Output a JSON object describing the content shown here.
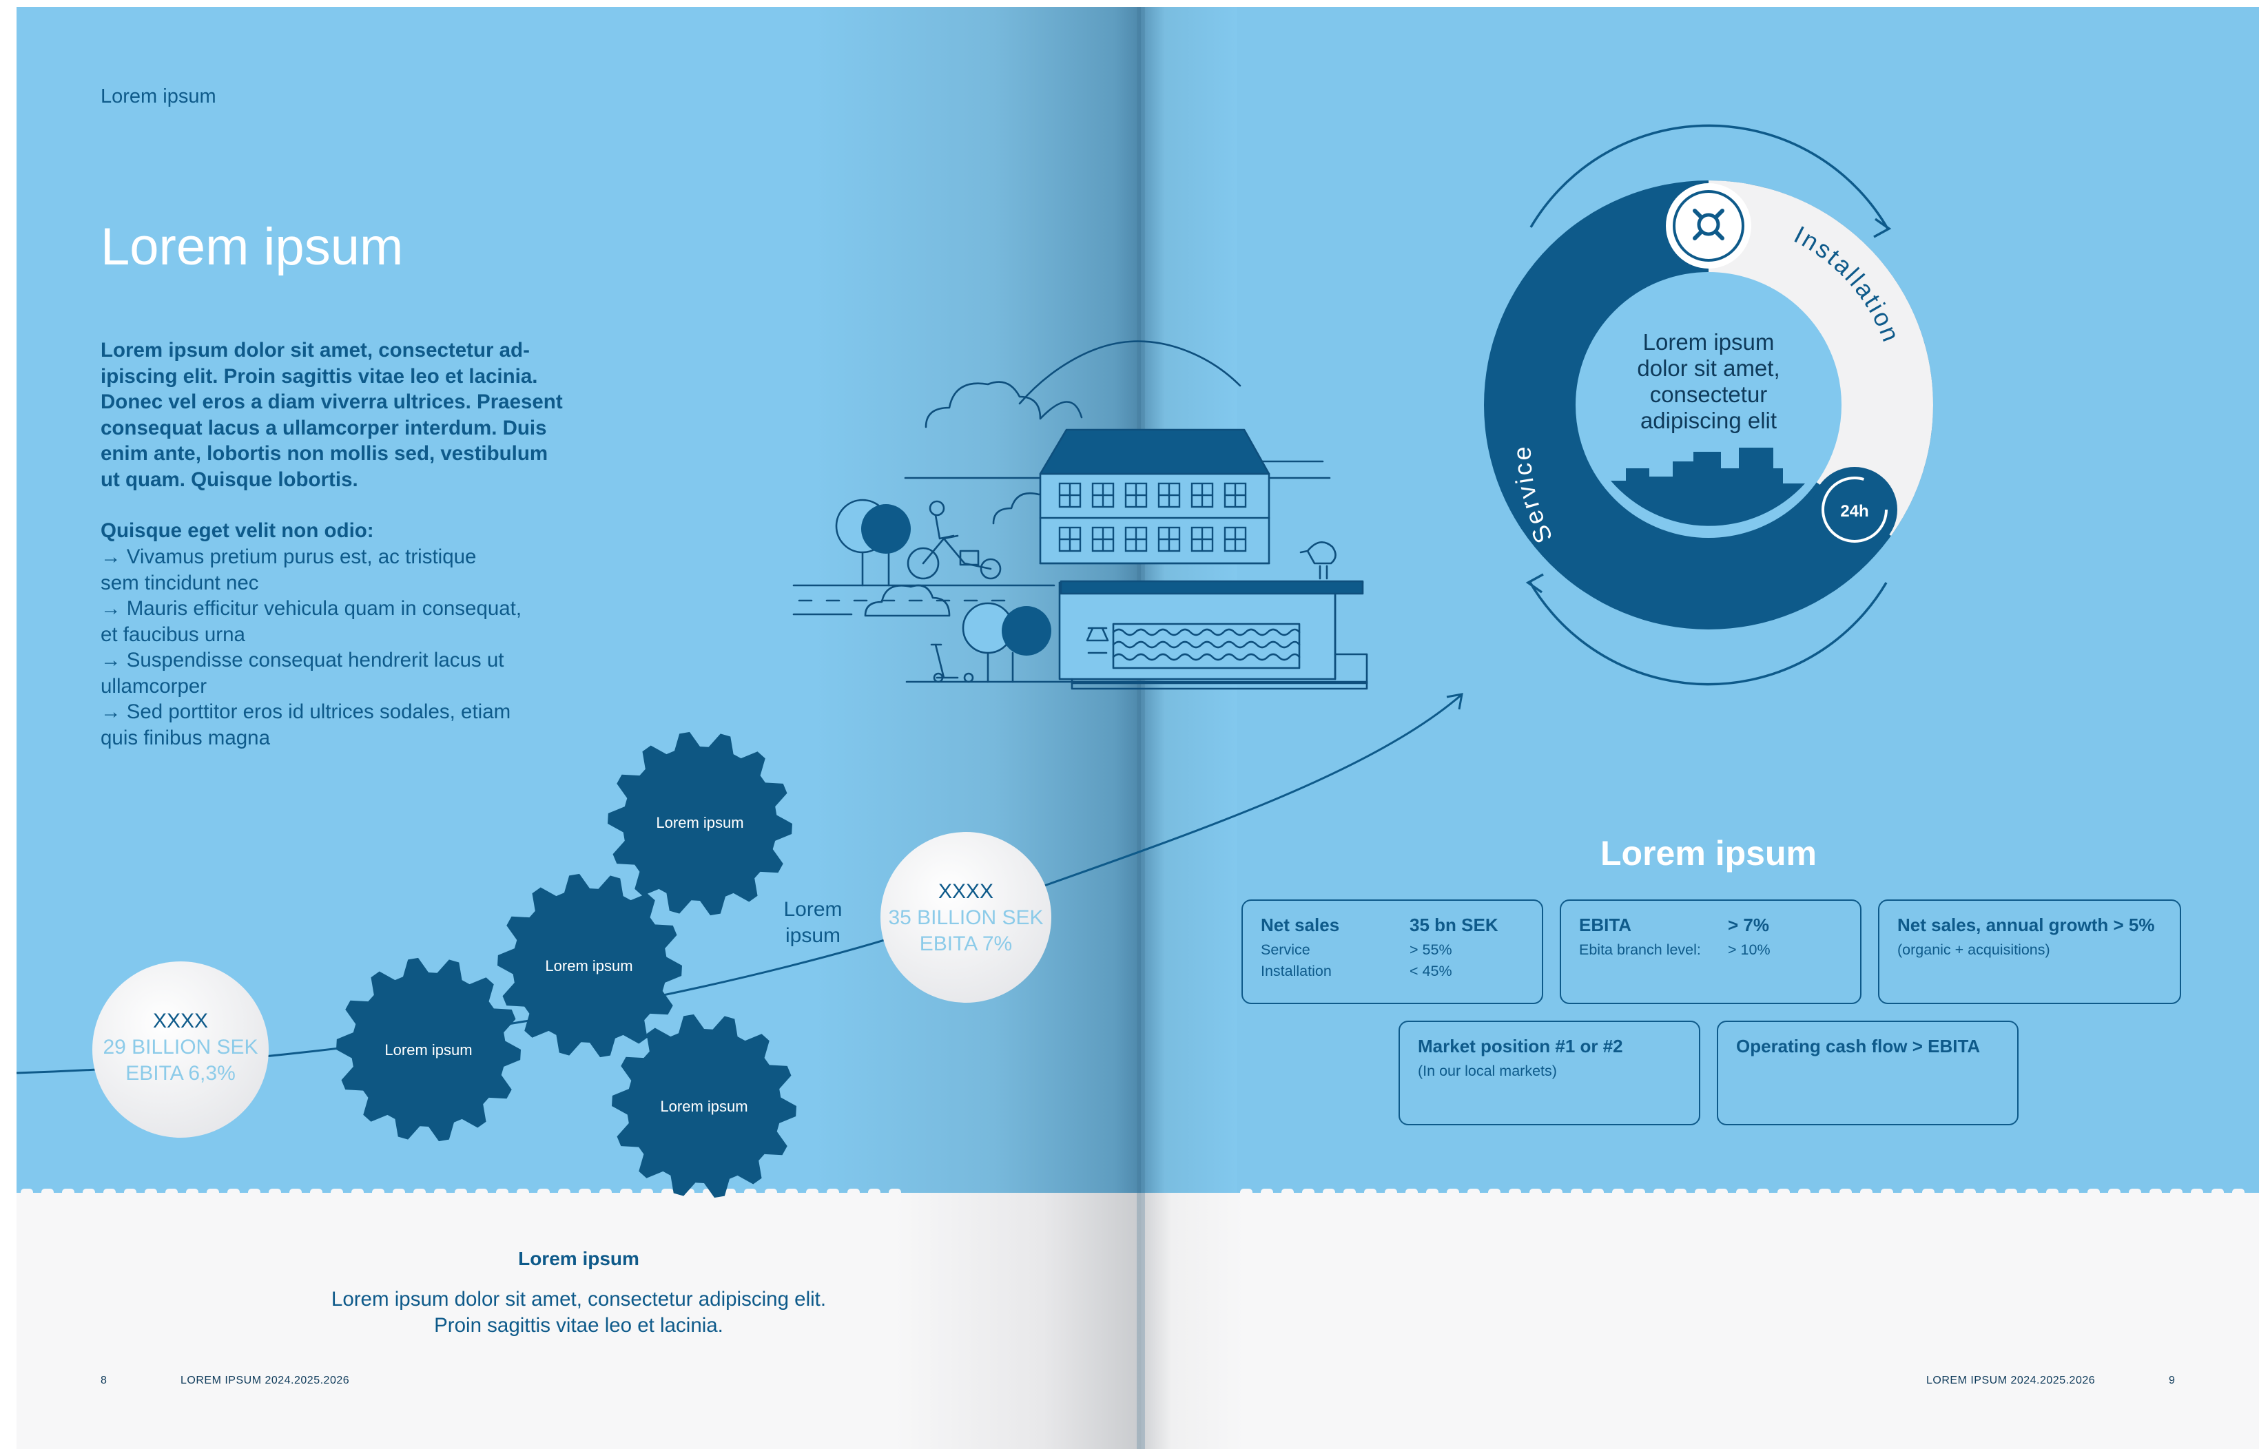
{
  "left_page": {
    "running_head": "Lorem ipsum",
    "title": "Lorem ipsum",
    "lead": "Lorem ipsum dolor sit amet, consectetur ad-\nipiscing elit. Proin sagittis vitae leo et lacinia.\nDonec vel eros a diam viverra ultrices. Praesent\nconsequat lacus a ullamcorper interdum. Duis\nenim ante, lobortis non mollis sed, vestibulum\nut quam. Quisque lobortis.",
    "subhead": "Quisque eget velit non odio:",
    "bullets": [
      "→ Vivamus pretium purus est, ac tristique\nsem tincidunt nec",
      "→ Mauris efficitur vehicula quam in consequat,\net faucibus urna",
      "→ Suspendisse consequat hendrerit lacus ut\nullamcorper",
      "→ Sed porttitor eros id ultrices sodales, etiam\nquis finibus magna"
    ],
    "gears": [
      "Lorem ipsum",
      "Lorem ipsum",
      "Lorem ipsum",
      "Lorem ipsum"
    ],
    "milestone_start": {
      "label": "XXXX",
      "sales": "29 BILLION SEK",
      "ebita": "EBITA 6,3%"
    },
    "milestone_mid": {
      "label": "XXXX",
      "sales": "35 BILLION SEK",
      "ebita": "EBITA 7%"
    },
    "mid_label": "Lorem\nipsum",
    "footer_title": "Lorem ipsum",
    "footer_body": "Lorem ipsum dolor sit amet, consectetur adipiscing elit.\nProin sagittis vitae leo et lacinia.",
    "page_number": "8",
    "folio_text": "LOREM IPSUM 2024.2025.2026"
  },
  "right_page": {
    "ring": {
      "center_text": "Lorem ipsum\ndolor sit amet,\nconsectetur\nadipiscing elit",
      "segment_installation": "Installation",
      "segment_service": "Service",
      "badge_24h": "24h"
    },
    "targets_title": "Lorem ipsum",
    "targets": [
      {
        "title": "Net sales",
        "value": "35 bn SEK",
        "rows": [
          "Service",
          "Installation"
        ],
        "row_values": [
          "> 55%",
          "< 45%"
        ]
      },
      {
        "title": "EBITA",
        "value": "> 7%",
        "rows": [
          "Ebita branch level:"
        ],
        "row_values": [
          "> 10%"
        ]
      },
      {
        "title": "Net sales, annual growth > 5%",
        "note": "(organic + acquisitions)"
      },
      {
        "title": "Market position #1 or #2",
        "note": "(In our local markets)"
      },
      {
        "title": "Operating cash flow > EBITA"
      }
    ],
    "page_number": "9",
    "folio_text": "LOREM IPSUM 2024.2025.2026"
  },
  "colors": {
    "sky": "#82c8ee",
    "navy": "#0e5a8a",
    "gear": "#0e5783",
    "paper": "#f7f7f8"
  }
}
